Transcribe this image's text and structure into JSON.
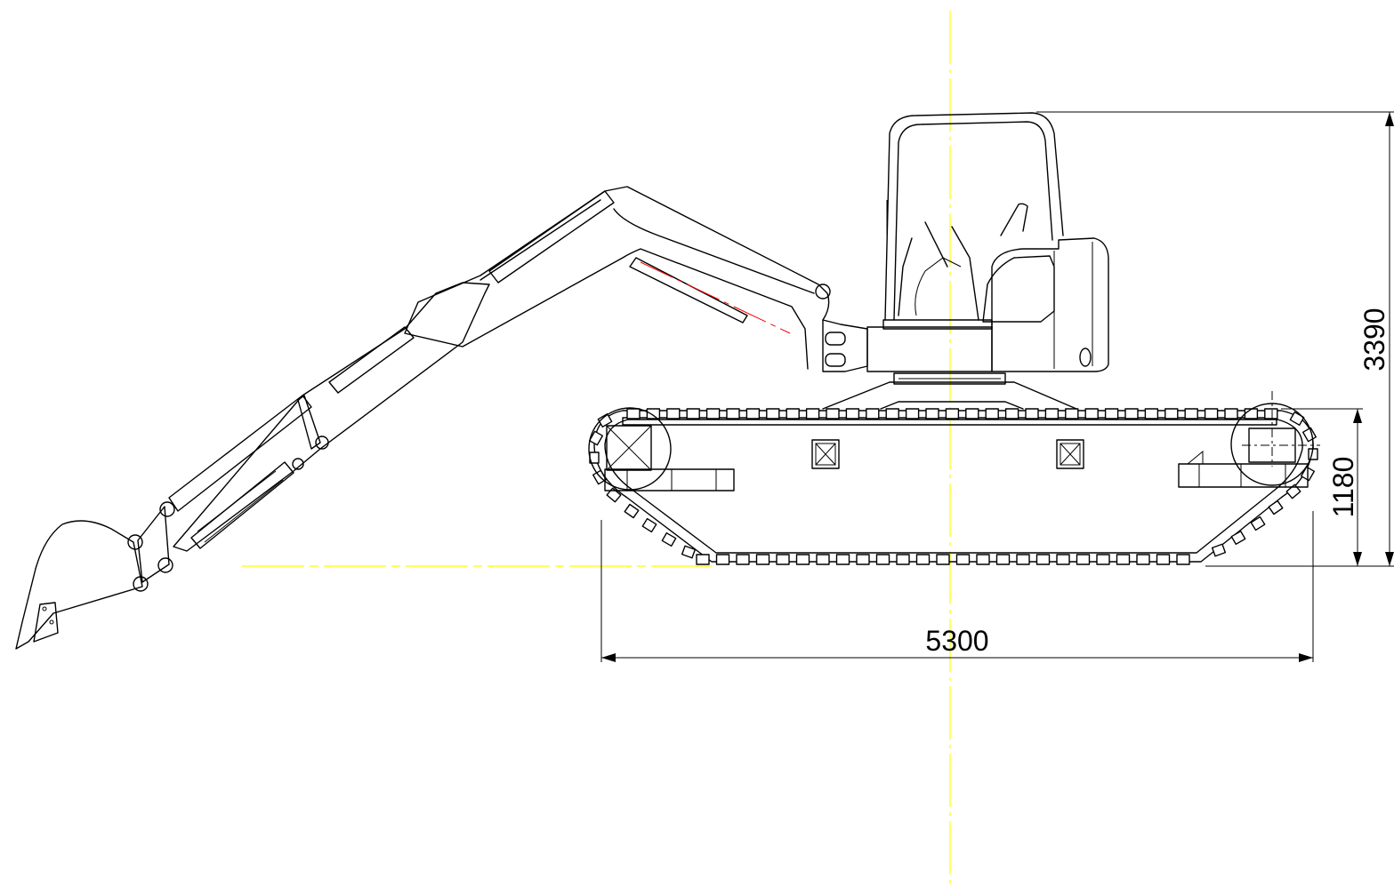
{
  "dimensions": {
    "overall_length": "5300",
    "overall_height": "3390",
    "track_height": "1180"
  },
  "colors": {
    "line": "#000000",
    "centerline": "#ffff00",
    "hidden_line": "#ff0000",
    "background": "#ffffff"
  }
}
